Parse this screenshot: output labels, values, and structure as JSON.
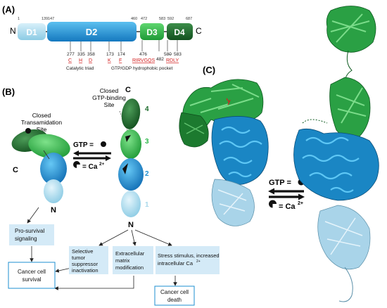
{
  "panelA": {
    "label": "(A)",
    "n_terminus": "N",
    "c_terminus": "C",
    "domains": [
      {
        "name": "D1",
        "start": "1",
        "end": "139"
      },
      {
        "name": "D2",
        "start": "147",
        "end": "460"
      },
      {
        "name": "D3",
        "start": "472",
        "end": "583"
      },
      {
        "name": "D4",
        "start": "592",
        "end": "687"
      }
    ],
    "catalytic_triad": {
      "positions": [
        "277",
        "335",
        "358"
      ],
      "residues": [
        "C",
        "H",
        "D"
      ],
      "caption": "Catalytic triad"
    },
    "gtp_pocket": {
      "positions": [
        "173",
        "174",
        "476",
        "482",
        "580",
        "583"
      ],
      "residues": [
        "K",
        "F",
        "RIRVGQS",
        "RDLY"
      ],
      "caption": "GTP/GDP hydrophobic pocket"
    }
  },
  "panelB": {
    "label": "(B)",
    "closed_transamidation": "Closed Transamidation Site",
    "closed_gtp": "Closed GTP-binding Site",
    "n_left": "N",
    "c_left": "C",
    "n_right": "N",
    "c_right": "C",
    "domain_numbers": [
      "4",
      "3",
      "2",
      "1"
    ],
    "legend_gtp": "GTP =",
    "legend_ca": "= Ca",
    "legend_ca_sup": "2+",
    "boxes": {
      "pro_survival": "Pro-survival signaling",
      "selective": "Selective tumor suppressor inactivation",
      "extracellular": "Extracellular matrix modification",
      "stress_a": "Stress stimulus, increased",
      "stress_b": "intracellular Ca",
      "stress_sup": "2+",
      "cancer_survival": "Cancer cell survival",
      "cancer_death": "Cancer cell death"
    }
  },
  "panelC": {
    "label": "(C)",
    "legend_gtp": "GTP =",
    "legend_ca": "= Ca",
    "legend_ca_sup": "2+"
  },
  "colors": {
    "d1": "#a8d8ea",
    "d2": "#1e8fd0",
    "d3": "#2db84a",
    "d4": "#1c6b2c",
    "box_fill": "#d4eaf7",
    "red": "#d32020"
  }
}
